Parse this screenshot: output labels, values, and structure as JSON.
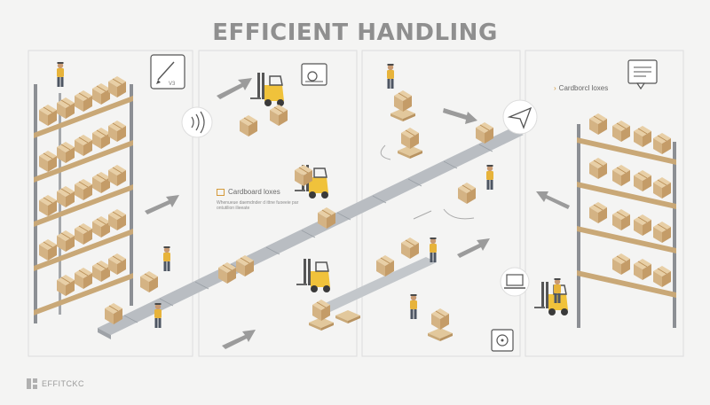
{
  "heading": "EFFICIENT HANDLING",
  "panel2": {
    "label": "Cardboard loxes",
    "caption": "Whenueue daemdnder d ittne fuoeeie par ontutilion ilieeate"
  },
  "panel5": {
    "label": "Cardborcl loxes"
  },
  "note_icon": {
    "text": "V3"
  },
  "footer": {
    "logo_text": "EFFITCKC"
  },
  "icons": [
    "pen-note-icon",
    "wifi-signal-icon",
    "tape-dispenser-icon",
    "paper-plane-icon",
    "document-icon",
    "laptop-icon",
    "settings-dial-icon"
  ],
  "colors": {
    "box": "#d9b98a",
    "box_dark": "#c49c68",
    "rack": "#8c8f94",
    "forklift": "#f0c23b",
    "worker_vest": "#e7b33a",
    "conveyor": "#b9bdc2"
  }
}
